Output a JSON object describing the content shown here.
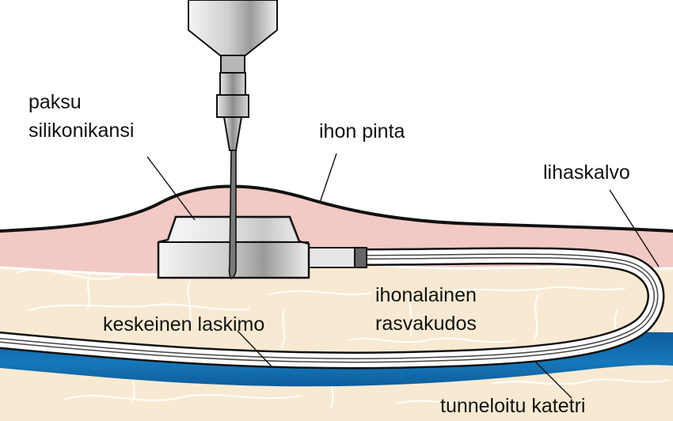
{
  "labels": {
    "thick_silicone_cap_line1": "paksu",
    "thick_silicone_cap_line2": "silikonikansi",
    "skin_surface": "ihon pinta",
    "muscle_fascia": "lihaskalvo",
    "subcutaneous_fat_line1": "ihonalainen",
    "subcutaneous_fat_line2": "rasvakudos",
    "central_vein": "keskeinen laskimo",
    "tunneled_catheter": "tunneloitu katetri"
  },
  "colors": {
    "skin": "#f2c9c4",
    "fat": "#f8ead2",
    "fat_lines": "#ffffff",
    "vein": "#1575b8",
    "outline": "#111111",
    "port_metal": "#d9d9d9",
    "needle_metal": "#a8a8a8",
    "leader_lines": "#333333"
  }
}
